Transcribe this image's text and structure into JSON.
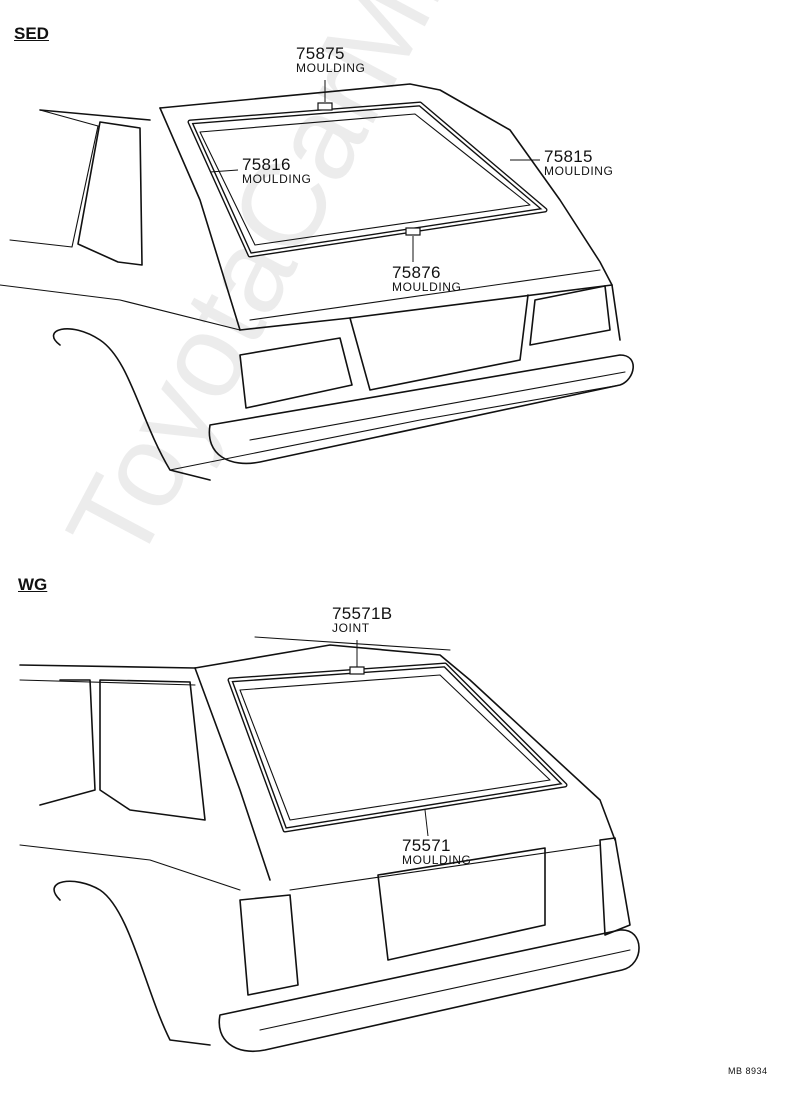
{
  "sections": {
    "sed": "SED",
    "wg": "WG"
  },
  "callouts": {
    "c75875": {
      "part": "75875",
      "name": "MOULDING"
    },
    "c75816": {
      "part": "75816",
      "name": "MOULDING"
    },
    "c75815": {
      "part": "75815",
      "name": "MOULDING"
    },
    "c75876": {
      "part": "75876",
      "name": "MOULDING"
    },
    "c75571b": {
      "part": "75571B",
      "name": "JOINT"
    },
    "c75571": {
      "part": "75571",
      "name": "MOULDING"
    }
  },
  "reference": "MB 8934",
  "watermark": "ToyotaCarMine.ru"
}
